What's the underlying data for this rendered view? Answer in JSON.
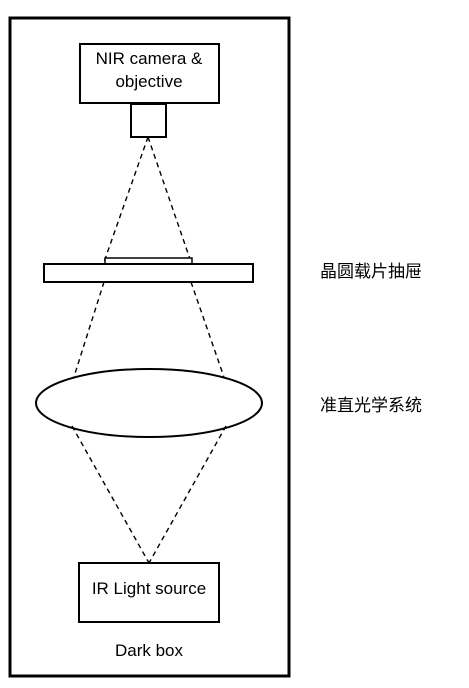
{
  "camera": {
    "line1": "NIR camera &",
    "line2": "objective"
  },
  "source": {
    "label": "IR Light source"
  },
  "box": {
    "label": "Dark box"
  },
  "annotations": {
    "wafer_drawer": "晶圆载片抽屉",
    "collimation_optics": "准直光学系统"
  },
  "colors": {
    "stroke": "#000000",
    "background": "#ffffff"
  }
}
